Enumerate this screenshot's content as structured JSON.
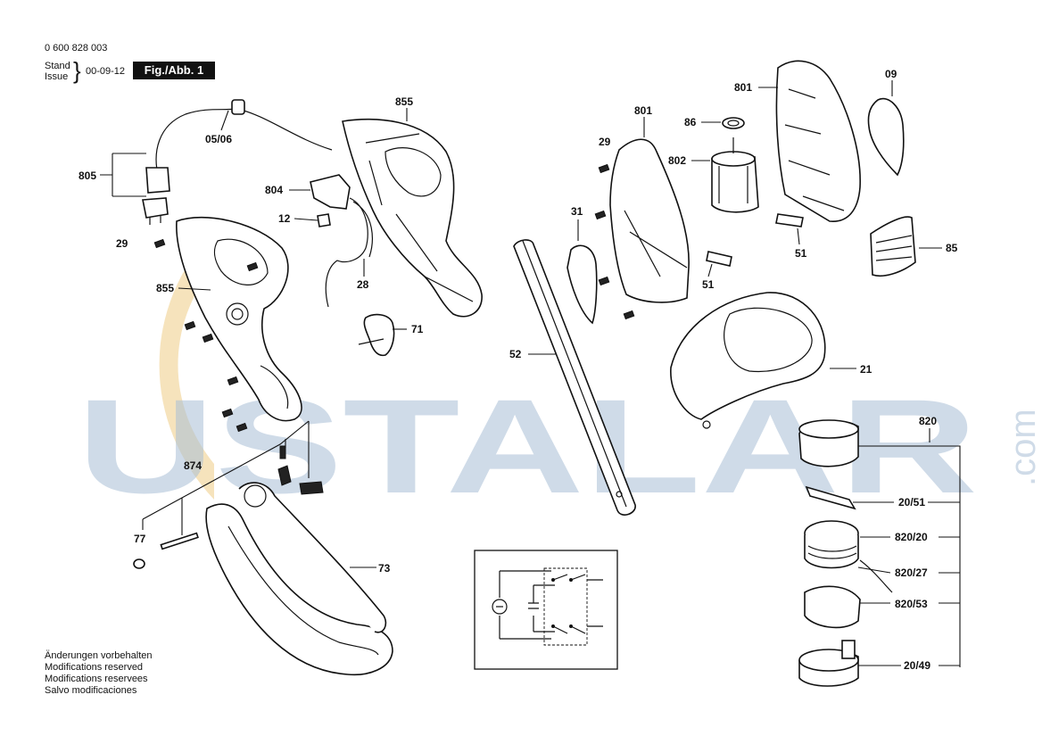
{
  "header": {
    "part_number": "0 600 828 003",
    "stand_label": "Stand",
    "issue_label": "Issue",
    "date": "00-09-12",
    "figure": "Fig./Abb. 1"
  },
  "watermark": {
    "text": "USTALAR",
    "suffix": ".com",
    "color": "#a9bfd6",
    "orange": "#f3d9a6"
  },
  "labels": {
    "p805": "805",
    "p05_06": "05/06",
    "p855a": "855",
    "p855b": "855",
    "p804": "804",
    "p12": "12",
    "p28": "28",
    "p29a": "29",
    "p29b": "29",
    "p71": "71",
    "p874": "874",
    "p77": "77",
    "p73": "73",
    "p52": "52",
    "p801a": "801",
    "p801b": "801",
    "p86": "86",
    "p802": "802",
    "p31": "31",
    "p51a": "51",
    "p51b": "51",
    "p09": "09",
    "p85": "85",
    "p21": "21",
    "p820": "820",
    "p20_51": "20/51",
    "p820_20": "820/20",
    "p820_27": "820/27",
    "p820_53": "820/53",
    "p20_49": "20/49"
  },
  "notes": [
    "Änderungen vorbehalten",
    "Modifications reserved",
    "Modifications reservees",
    "Salvo modificaciones"
  ]
}
